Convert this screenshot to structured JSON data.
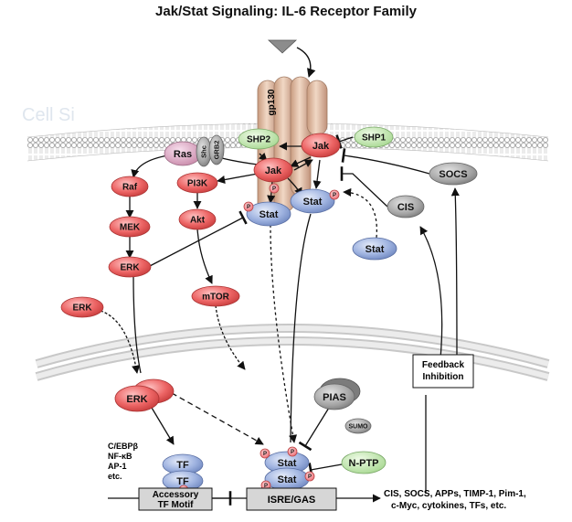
{
  "title": "Jak/Stat Signaling: IL-6 Receptor Family",
  "watermark": "Cell Si",
  "receptor": {
    "label": "gp130"
  },
  "nodes": {
    "jak_top": "Jak",
    "jak_mid": "Jak",
    "shp2": "SHP2",
    "shp1": "SHP1",
    "ras": "Ras",
    "shc": "Shc",
    "grb2": "GRB2",
    "raf": "Raf",
    "mek": "MEK",
    "erk1": "ERK",
    "erk2": "ERK",
    "erk3": "ERK",
    "pi3k": "PI3K",
    "akt": "Akt",
    "mtor": "mTOR",
    "stat1": "Stat",
    "stat2": "Stat",
    "stat3": "Stat",
    "socs": "SOCS",
    "cis": "CIS",
    "pias": "PIAS",
    "sumo": "SUMO",
    "nptp": "N-PTP",
    "stat_dimer_top": "Stat",
    "stat_dimer_bottom": "Stat",
    "tf_top": "TF",
    "tf_bottom": "TF",
    "p": "P"
  },
  "tf_list": [
    "C/EBPβ",
    "NF-κB",
    "AP-1",
    "etc."
  ],
  "feedback": [
    "Feedback",
    "Inhibition"
  ],
  "accessory": [
    "Accessory",
    "TF Motif"
  ],
  "isre": "ISRE/GAS",
  "targets": [
    "CIS, SOCS, APPs, TIMP-1, Pim-1,",
    "c-Myc, cytokines, TFs, etc."
  ],
  "colors": {
    "red": "#e85858",
    "blue": "#8ea6d8",
    "green": "#b7dfa3",
    "gray": "#9a9a9a",
    "receptor": "#d9b49a",
    "phospho": "#f07f86"
  }
}
